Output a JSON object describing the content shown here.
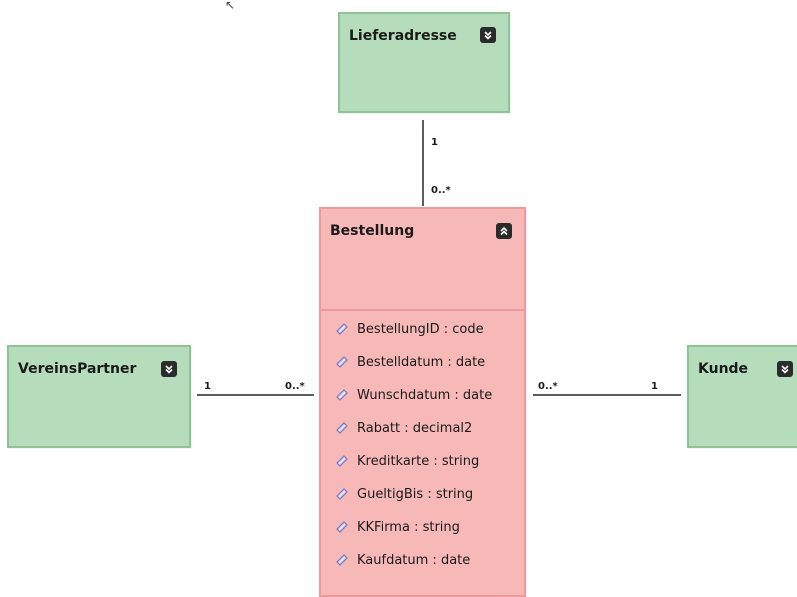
{
  "diagram": {
    "entities": {
      "lieferadresse": {
        "title": "Lieferadresse",
        "toggle": "expand"
      },
      "bestellung": {
        "title": "Bestellung",
        "toggle": "collapse",
        "attributes": [
          "BestellungID : code",
          "Bestelldatum : date",
          "Wunschdatum : date",
          "Rabatt : decimal2",
          "Kreditkarte : string",
          "GueltigBis : string",
          "KKFirma : string",
          "Kaufdatum : date"
        ]
      },
      "vereinspartner": {
        "title": "VereinsPartner",
        "toggle": "expand"
      },
      "kunde": {
        "title": "Kunde",
        "toggle": "expand"
      }
    },
    "associations": [
      {
        "from": "Lieferadresse",
        "to": "Bestellung",
        "from_mult": "1",
        "to_mult": "0..*"
      },
      {
        "from": "VereinsPartner",
        "to": "Bestellung",
        "from_mult": "1",
        "to_mult": "0..*"
      },
      {
        "from": "Bestellung",
        "to": "Kunde",
        "from_mult": "0..*",
        "to_mult": "1"
      }
    ]
  },
  "colors": {
    "entity_green": "#b5ddbc",
    "entity_pink": "#f7b9b7",
    "connector": "#5c5c5c"
  }
}
